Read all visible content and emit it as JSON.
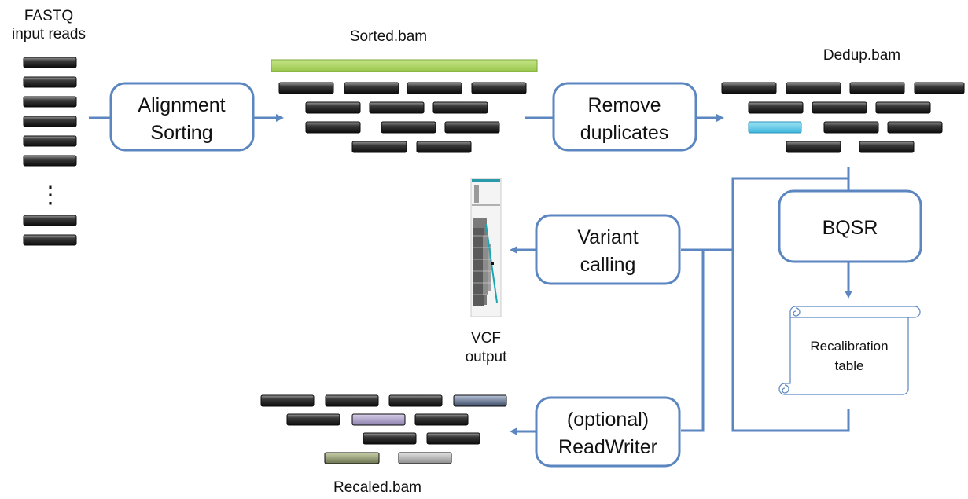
{
  "input": {
    "title_line1": "FASTQ",
    "title_line2": "input reads",
    "ellipsis": "⋮"
  },
  "sorted_bam": {
    "label": "Sorted.bam"
  },
  "dedup_bam": {
    "label": "Dedup.bam"
  },
  "recaled_bam": {
    "label": "Recaled.bam"
  },
  "steps": {
    "alignment": {
      "line1": "Alignment",
      "line2": "Sorting"
    },
    "dedup": {
      "line1": "Remove",
      "line2": "duplicates"
    },
    "bqsr": {
      "line1": "BQSR"
    },
    "variant": {
      "line1": "Variant",
      "line2": "calling"
    },
    "readwriter": {
      "line1": "(optional)",
      "line2": "ReadWriter"
    }
  },
  "recal_table": {
    "line1": "Recalibration",
    "line2": "table"
  },
  "vcf": {
    "line1": "VCF",
    "line2": "output"
  },
  "colors": {
    "read": "#1f1f1f",
    "reference_bar": "#a8d05a",
    "duplicate_read": "#5cc8e6",
    "flow": "#5b86c0",
    "box_border": "#5b86c0"
  }
}
